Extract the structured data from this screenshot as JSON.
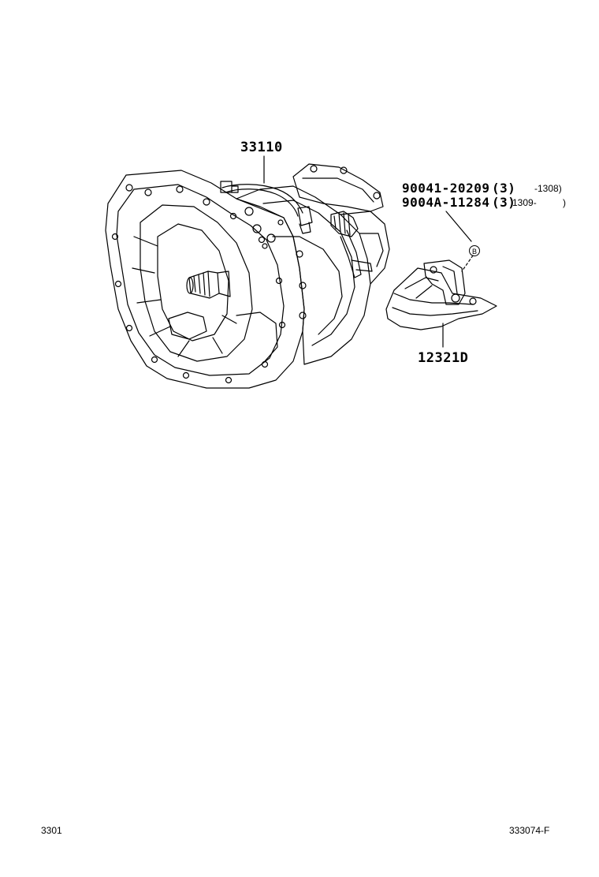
{
  "parts": {
    "transmission": {
      "number": "33110"
    },
    "bolt_a": {
      "number": "90041-20209",
      "qty": "(3)",
      "range": "-1308)"
    },
    "bolt_b": {
      "number": "9004A-11284",
      "qty": "(3)",
      "range": "1309-",
      "range_close": ")"
    },
    "bolt_callout_letter": "B",
    "bracket": {
      "number": "12321D"
    }
  },
  "footer": {
    "page_code": "3301",
    "figure_code": "333074-F"
  }
}
